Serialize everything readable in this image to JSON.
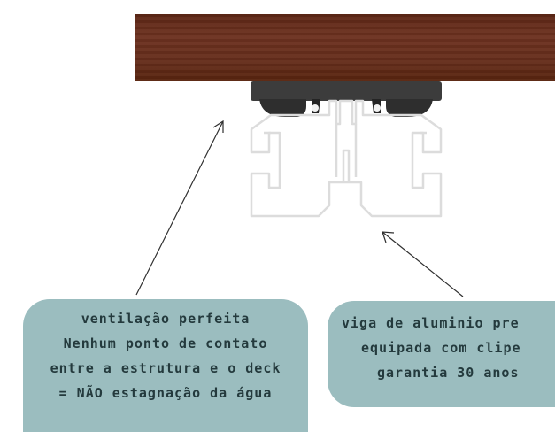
{
  "callouts": {
    "left": [
      "ventilação perfeita",
      "Nenhum ponto de contato",
      "entre a estrutura e o deck",
      "= NÃO estagnação da água"
    ],
    "right": [
      "viga de aluminio pre",
      "equipada com clipe",
      "garantia 30 anos"
    ]
  },
  "colors": {
    "wood": "#6d3220",
    "clip": "#3a3a3a",
    "profile_outline": "#d9d9d9",
    "callout_bg": "#9bbdbf",
    "callout_text": "#243a3d"
  }
}
